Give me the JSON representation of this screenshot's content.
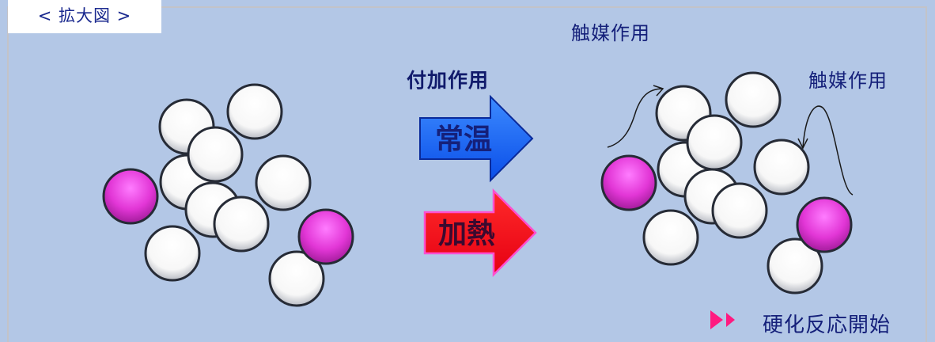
{
  "header": {
    "tab_label": "< 拡大図 >"
  },
  "labels": {
    "catalysis_top": "触媒作用",
    "catalysis_right": "触媒作用",
    "addition": "付加作用"
  },
  "arrows": {
    "room_temp": {
      "label": "常温",
      "fill": "#1565ff",
      "text_color": "#15207a"
    },
    "heating": {
      "label": "加熱",
      "fill": "#ff1020",
      "text_color": "#3a0a30"
    }
  },
  "legend": {
    "text": "硬化反応開始",
    "marker_color": "#ff1a80"
  },
  "colors": {
    "background": "#b3c7e6",
    "magenta_particle": "#e03ad0",
    "white_particle": "#ffffff",
    "outline": "#262b36"
  }
}
